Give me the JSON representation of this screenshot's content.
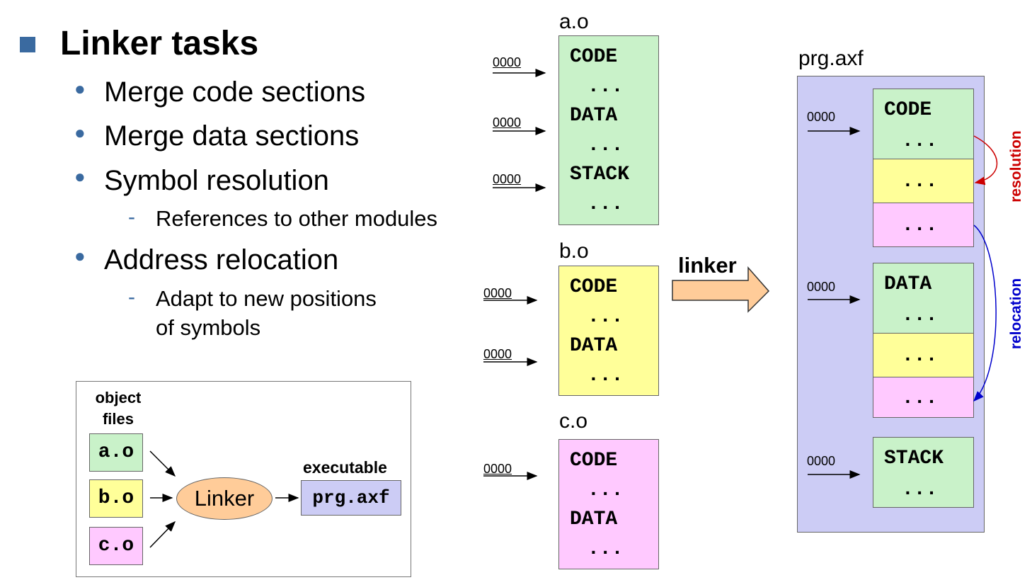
{
  "title": "Linker tasks",
  "bullets": [
    {
      "text": "Merge code sections"
    },
    {
      "text": "Merge data sections"
    },
    {
      "text": "Symbol resolution",
      "sub": [
        "References to other modules"
      ]
    },
    {
      "text": "Address relocation",
      "sub": [
        "Adapt to new positions",
        "of symbols"
      ]
    }
  ],
  "mini_diagram": {
    "object_files_label_1": "object",
    "object_files_label_2": "files",
    "files": [
      "a.o",
      "b.o",
      "c.o"
    ],
    "linker": "Linker",
    "executable_label": "executable",
    "executable": "prg.axf",
    "colors": {
      "a": "#c9f2c9",
      "b": "#ffff99",
      "c": "#ffc9ff",
      "exe": "#ccccf5",
      "linker": "#ffcc99"
    }
  },
  "objects": {
    "a": {
      "name": "a.o",
      "sections": [
        "CODE",
        "...",
        "DATA",
        "...",
        "STACK",
        "..."
      ],
      "offsets": [
        "0000",
        "0000",
        "0000"
      ]
    },
    "b": {
      "name": "b.o",
      "sections": [
        "CODE",
        "...",
        "DATA",
        "..."
      ],
      "offsets": [
        "0000",
        "0000"
      ]
    },
    "c": {
      "name": "c.o",
      "sections": [
        "CODE",
        "...",
        "DATA",
        "..."
      ],
      "offsets": [
        "0000"
      ]
    }
  },
  "linker_arrow_label": "linker",
  "output": {
    "name": "prg.axf",
    "code_group": [
      "CODE",
      "...",
      "...",
      "..."
    ],
    "data_group": [
      "DATA",
      "...",
      "...",
      "..."
    ],
    "stack_group": [
      "STACK",
      "..."
    ],
    "offsets": [
      "0000",
      "0000",
      "0000"
    ],
    "resolution_label": "resolution",
    "relocation_label": "relocation",
    "resolution_color": "#cc0000",
    "relocation_color": "#0000cc"
  }
}
